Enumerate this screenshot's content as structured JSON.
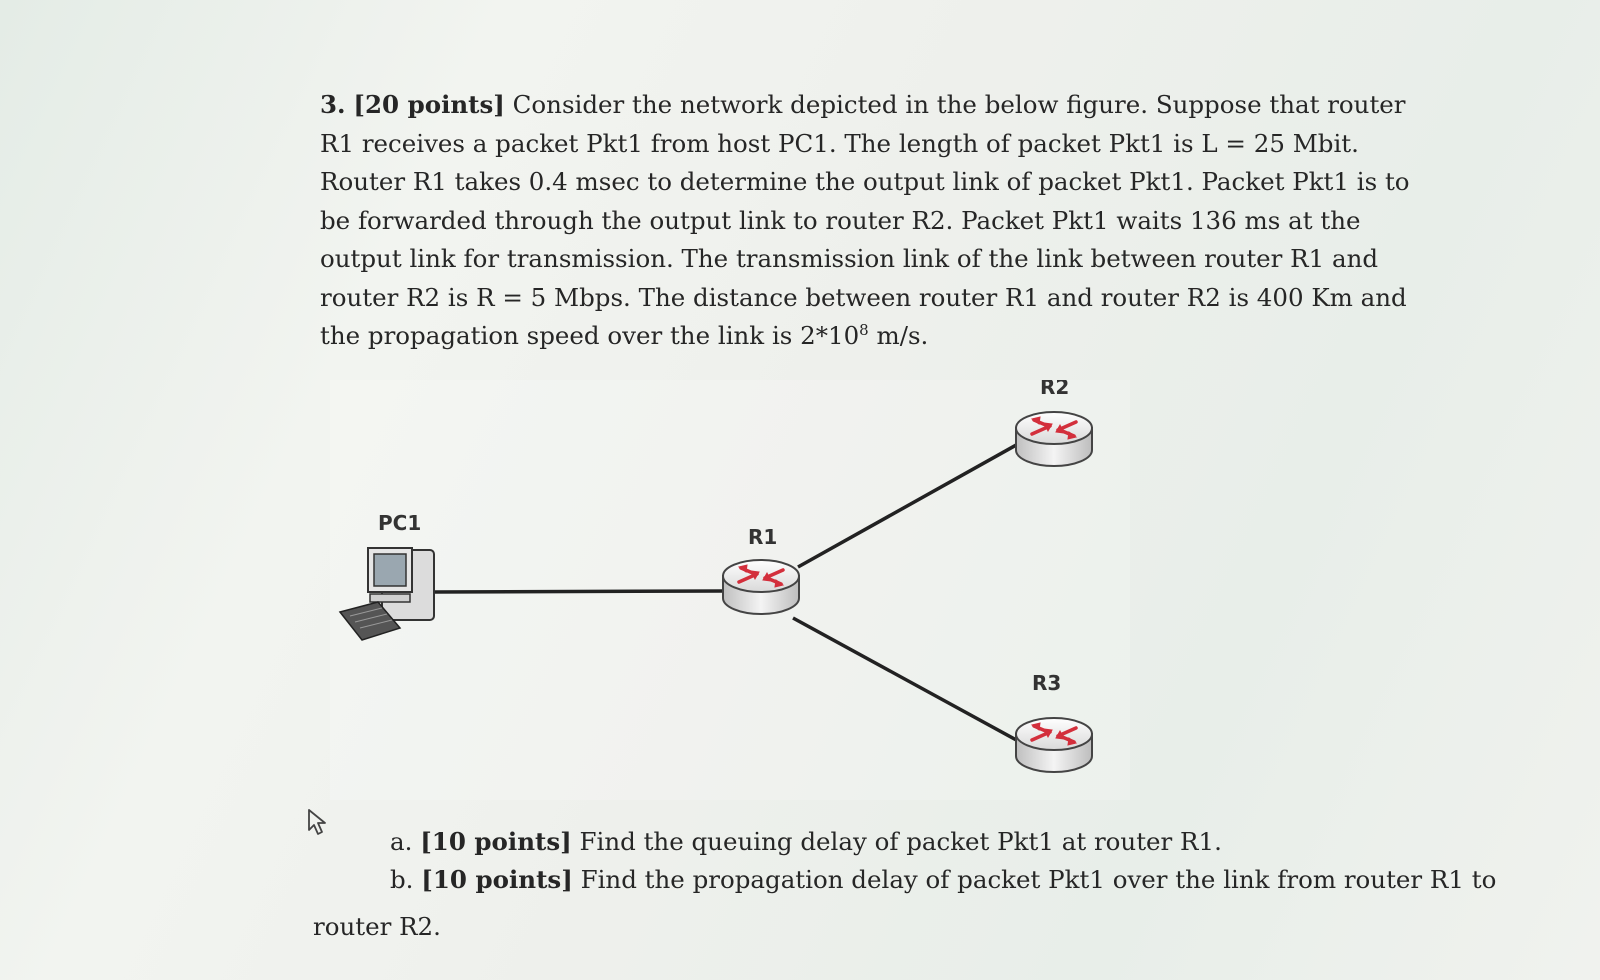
{
  "question": {
    "number": "3.",
    "points": "[20 points]",
    "text_before_power": " Consider the network depicted in the below figure. Suppose that router R1 receives a packet Pkt1 from host PC1. The length of packet Pkt1 is L = 25 Mbit. Router R1 takes 0.4 msec to determine the output link of packet Pkt1. Packet Pkt1 is to be forwarded through the output link to router R2. Packet Pkt1 waits 136 ms at the output link for transmission. The transmission link of the link between router R1 and router R2 is R = 5 Mbps. The distance between router R1 and router R2 is 400 Km and the propagation speed over the link is 2*10",
    "exponent": "8",
    "text_after_power": " m/s."
  },
  "figure": {
    "nodes": {
      "pc1": "PC1",
      "r1": "R1",
      "r2": "R2",
      "r3": "R3"
    }
  },
  "parts": [
    {
      "letter": "a.",
      "points": "[10 points]",
      "text": " Find the queuing delay of packet Pkt1 at router R1."
    },
    {
      "letter": "b.",
      "points": "[10 points]",
      "text": " Find the propagation delay of packet Pkt1 over the link from router R1 to",
      "continuation": "router R2."
    }
  ]
}
